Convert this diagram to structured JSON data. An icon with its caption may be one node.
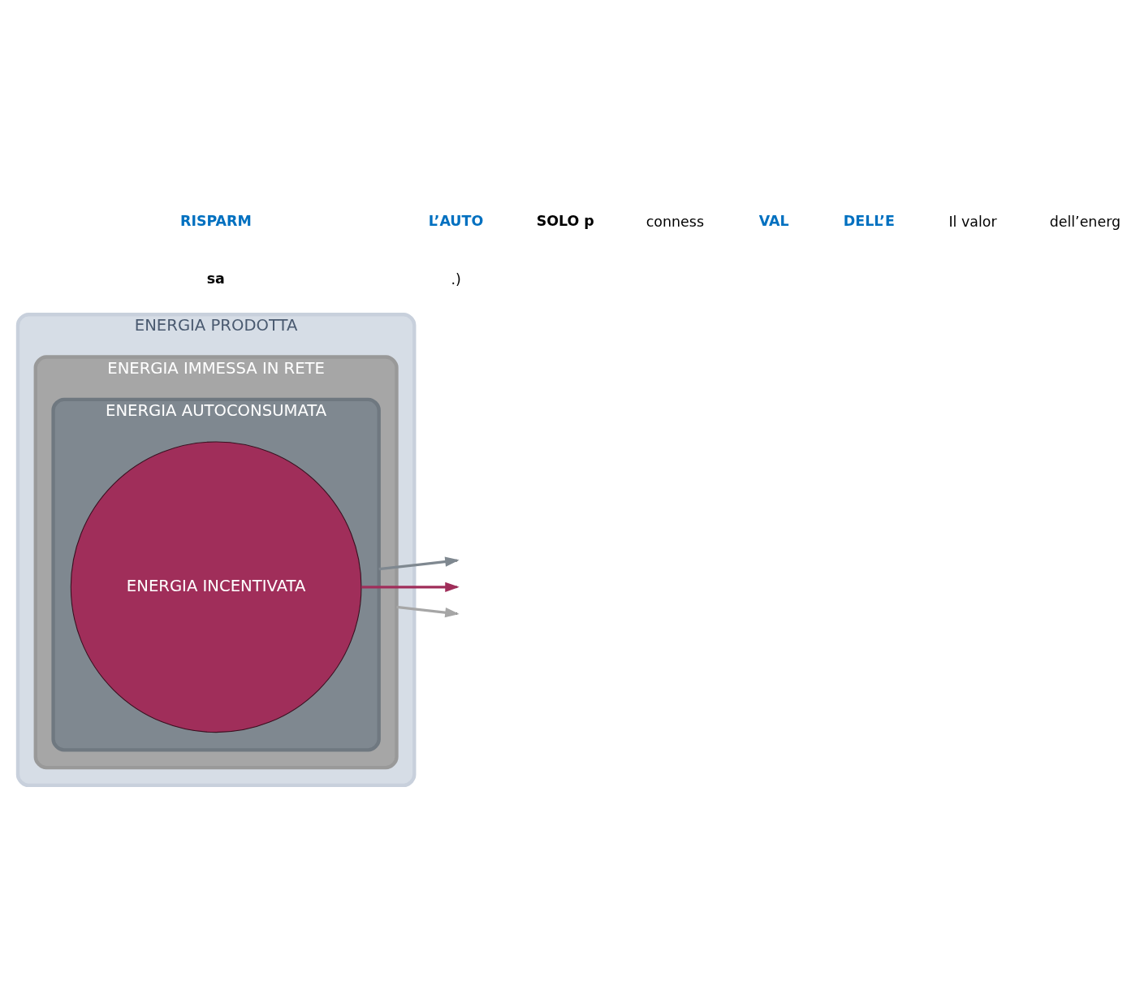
{
  "diagram": {
    "nodes": [
      {
        "text": [
          "ENERGIA PRODOTTA"
        ]
      },
      {
        "text": [
          "ENERGIA IMMESSA IN RETE"
        ],
        "in": 0
      },
      {
        "text": [
          "ENERGIA AUTOCONSUMATA"
        ],
        "in": 1
      },
      {
        "text": [
          "ENERGIA INCENTIVATA"
        ],
        "in": 2
      }
    ],
    "edges": [
      {
        "from": 2,
        "to": null,
        "arrow": "to",
        "color": "#7f8890"
      },
      {
        "from": 3,
        "to": null,
        "arrow": "to",
        "color": "#a02e5a"
      },
      {
        "from": 1,
        "to": null,
        "arrow": "to",
        "color": "#a6a6a6"
      }
    ],
    "labels": [
      "sa",
      ".)",
      "RISPARM",
      "L’AUTO",
      "SOLO p",
      "conness",
      "VAL",
      "DELL’E",
      "Il valor",
      "dell’energ"
    ]
  }
}
